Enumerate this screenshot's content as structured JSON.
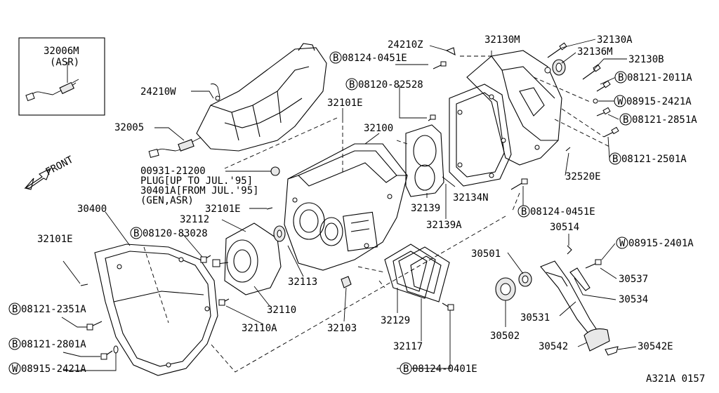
{
  "diagram": {
    "figure_code": "A321A 0157",
    "front_label": "FRONT",
    "inset": {
      "part": "32006M",
      "variant": "(ASR)"
    },
    "callouts": [
      {
        "id": "c1",
        "prefix": "",
        "text": "24210W"
      },
      {
        "id": "c2",
        "prefix": "",
        "text": "32005"
      },
      {
        "id": "c3",
        "prefix": "",
        "text": "24210Z"
      },
      {
        "id": "c4",
        "prefix": "B",
        "text": "08124-0451E"
      },
      {
        "id": "c5",
        "prefix": "B",
        "text": "08120-82528"
      },
      {
        "id": "c6",
        "prefix": "",
        "text": "32101E"
      },
      {
        "id": "c7",
        "prefix": "",
        "text": "32100"
      },
      {
        "id": "c8",
        "prefix": "",
        "text": "32130M"
      },
      {
        "id": "c9",
        "prefix": "",
        "text": "32130A"
      },
      {
        "id": "c10",
        "prefix": "",
        "text": "32136M"
      },
      {
        "id": "c11",
        "prefix": "",
        "text": "32130B"
      },
      {
        "id": "c12",
        "prefix": "B",
        "text": "08121-2011A"
      },
      {
        "id": "c13",
        "prefix": "W",
        "text": "08915-2421A"
      },
      {
        "id": "c14",
        "prefix": "B",
        "text": "08121-2851A"
      },
      {
        "id": "c15",
        "prefix": "B",
        "text": "08121-2501A"
      },
      {
        "id": "c16",
        "prefix": "",
        "text": "32520E"
      },
      {
        "id": "c17",
        "prefix": "",
        "text": "00931-21200"
      },
      {
        "id": "c18",
        "prefix": "",
        "text": "PLUG[UP TO JUL.'95]"
      },
      {
        "id": "c19",
        "prefix": "",
        "text": "30401A[FROM JUL.'95]"
      },
      {
        "id": "c20",
        "prefix": "",
        "text": "(GEN,ASR)"
      },
      {
        "id": "c21",
        "prefix": "",
        "text": "32101E"
      },
      {
        "id": "c22",
        "prefix": "",
        "text": "30400"
      },
      {
        "id": "c23",
        "prefix": "",
        "text": "32112"
      },
      {
        "id": "c24",
        "prefix": "B",
        "text": "08120-83028"
      },
      {
        "id": "c25",
        "prefix": "",
        "text": "32101E"
      },
      {
        "id": "c26",
        "prefix": "",
        "text": "32139"
      },
      {
        "id": "c27",
        "prefix": "",
        "text": "32134N"
      },
      {
        "id": "c28",
        "prefix": "",
        "text": "32139A"
      },
      {
        "id": "c29",
        "prefix": "B",
        "text": "08124-0451E"
      },
      {
        "id": "c30",
        "prefix": "",
        "text": "30514"
      },
      {
        "id": "c31",
        "prefix": "W",
        "text": "08915-2401A"
      },
      {
        "id": "c32",
        "prefix": "",
        "text": "32113"
      },
      {
        "id": "c33",
        "prefix": "",
        "text": "32110"
      },
      {
        "id": "c34",
        "prefix": "",
        "text": "32110A"
      },
      {
        "id": "c35",
        "prefix": "",
        "text": "32103"
      },
      {
        "id": "c36",
        "prefix": "",
        "text": "32129"
      },
      {
        "id": "c37",
        "prefix": "",
        "text": "32117"
      },
      {
        "id": "c38",
        "prefix": "",
        "text": "30501"
      },
      {
        "id": "c39",
        "prefix": "",
        "text": "30537"
      },
      {
        "id": "c40",
        "prefix": "",
        "text": "30534"
      },
      {
        "id": "c41",
        "prefix": "",
        "text": "30502"
      },
      {
        "id": "c42",
        "prefix": "",
        "text": "30531"
      },
      {
        "id": "c43",
        "prefix": "",
        "text": "30542"
      },
      {
        "id": "c44",
        "prefix": "",
        "text": "30542E"
      },
      {
        "id": "c45",
        "prefix": "B",
        "text": "08121-2351A"
      },
      {
        "id": "c46",
        "prefix": "B",
        "text": "08121-2801A"
      },
      {
        "id": "c47",
        "prefix": "W",
        "text": "08915-2421A"
      },
      {
        "id": "c48",
        "prefix": "B",
        "text": "08124-0401E"
      }
    ]
  }
}
